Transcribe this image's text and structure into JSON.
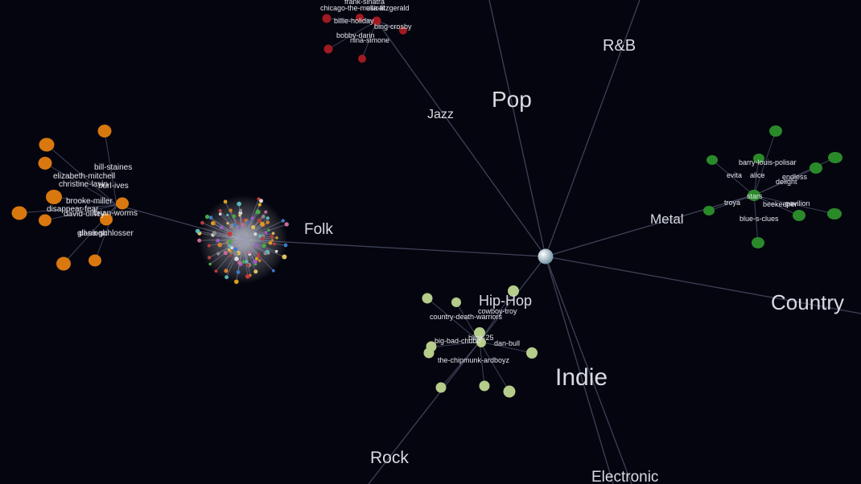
{
  "genres": [
    {
      "id": "pop",
      "label": "Pop"
    },
    {
      "id": "rnb",
      "label": "R&B"
    },
    {
      "id": "jazz",
      "label": "Jazz"
    },
    {
      "id": "folk",
      "label": "Folk"
    },
    {
      "id": "metal",
      "label": "Metal"
    },
    {
      "id": "hiphop",
      "label": "Hip-Hop"
    },
    {
      "id": "country",
      "label": "Country"
    },
    {
      "id": "indie",
      "label": "Indie"
    },
    {
      "id": "rock",
      "label": "Rock"
    },
    {
      "id": "electronic",
      "label": "Electronic"
    }
  ],
  "clusters": [
    {
      "id": "jazz-cluster",
      "color": "#a01a22",
      "labels": [
        "frank-sinatra",
        "chicago-the-musical",
        "billie-holiday",
        "ella-fitzgerald",
        "bing-crosby",
        "bobby-darin",
        "nina-simone"
      ]
    },
    {
      "id": "folk-cluster",
      "color": "#d9780f",
      "labels": [
        "bill-staines",
        "elizabeth-mitchell",
        "christine-lavin",
        "burl-ives",
        "brooke-miller",
        "disappear-fear",
        "david-olney",
        "brian-worms",
        "dana-schlosser",
        "gil-singh"
      ]
    },
    {
      "id": "metal-cluster",
      "color": "#2a8a2a",
      "labels": [
        "barry-louis-polisar",
        "evita",
        "alice",
        "endless",
        "delight",
        "stars",
        "troya",
        "beekeeper",
        "pavilion",
        "blue-s-clues"
      ]
    },
    {
      "id": "hiphop-cluster",
      "color": "#b5cc8a",
      "labels": [
        "cowboy-troy",
        "country-death-warriors",
        "blink-25",
        "big-bad-chubb",
        "dan-bull",
        "the-chipmunk-ardboyz"
      ]
    }
  ],
  "center_hub": {
    "color": "#bcd6e2"
  },
  "dense_cluster": {
    "node_count": 110
  }
}
